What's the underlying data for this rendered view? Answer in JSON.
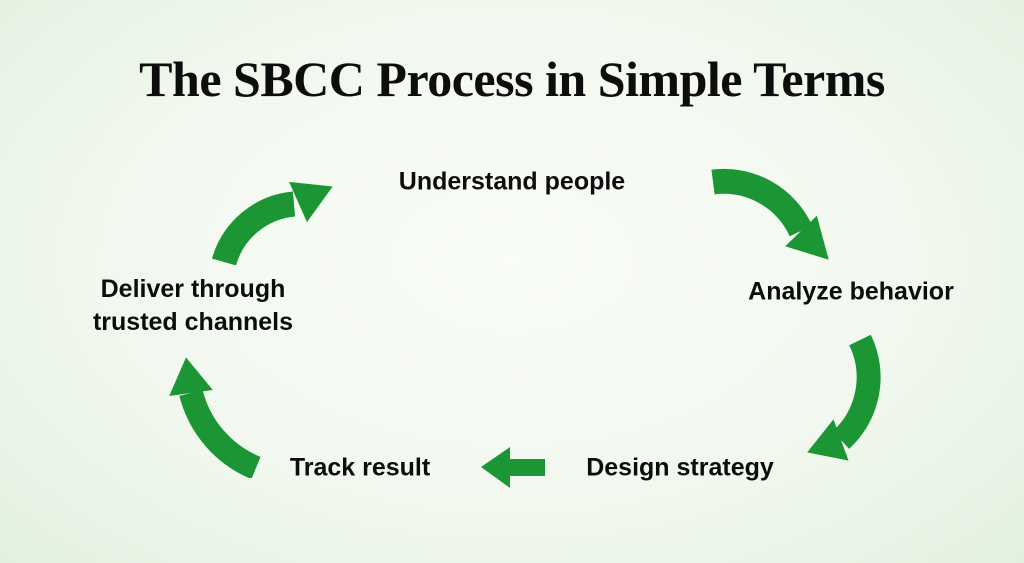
{
  "title": "The SBCC Process in Simple Terms",
  "steps": [
    {
      "id": "understand-people",
      "label": "Understand people"
    },
    {
      "id": "analyze-behavior",
      "label": "Analyze behavior"
    },
    {
      "id": "design-strategy",
      "label": "Design strategy"
    },
    {
      "id": "track-result",
      "label": "Track result"
    },
    {
      "id": "deliver-channels",
      "label": "Deliver through trusted channels"
    }
  ],
  "arrows": [
    {
      "name": "deliver-to-understand",
      "type": "curved",
      "direction": "up-right"
    },
    {
      "name": "understand-to-analyze",
      "type": "curved",
      "direction": "down-right"
    },
    {
      "name": "analyze-to-design",
      "type": "curved",
      "direction": "down-left"
    },
    {
      "name": "design-to-track",
      "type": "straight-block",
      "direction": "left"
    },
    {
      "name": "track-to-deliver",
      "type": "curved",
      "direction": "up"
    }
  ],
  "colors": {
    "arrow_green": "#1c9634",
    "background_center": "#f9fcf7",
    "background_edge": "#c6e6c2",
    "text": "#0d0d0d"
  }
}
